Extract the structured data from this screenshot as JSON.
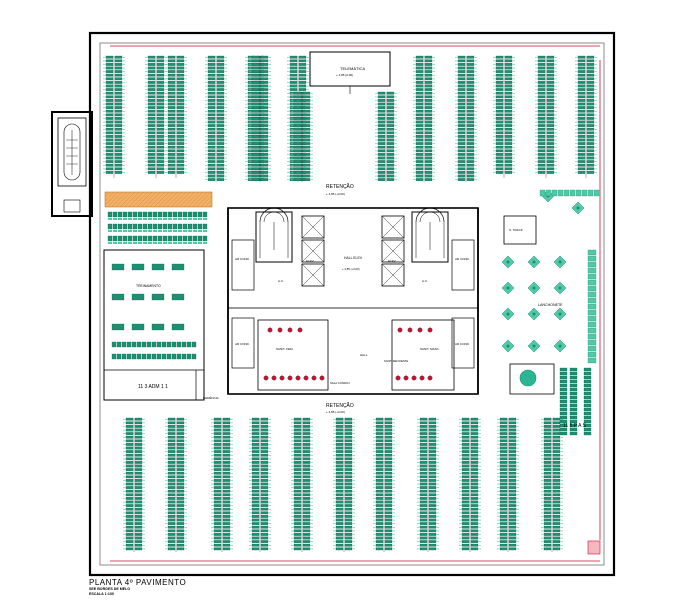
{
  "plan": {
    "title": "PLANTA 4º PAVIMENTO",
    "subtitle_1": "SEE BORGES DE MELO",
    "subtitle_2": "ESCALA 1:100",
    "labels": {
      "telematica": "TELEMÁTICA",
      "telematica_level": "+ 4,85 (0,00)",
      "retencao_top": "RETENÇÃO",
      "retencao_top_level": "+ 4,85 (+0,00)",
      "retencao_bottom": "RETENÇÃO",
      "retencao_bottom_level": "+ 4,85 (+0,00)",
      "hall_elev": "HALL ELEV.",
      "hall_level": "+ 4,85 (+0,00)",
      "elev": "ELEV.",
      "ar_cond": "AR COND.",
      "ac": "A.C.",
      "s_track": "S. TRACK",
      "lanchonete": "LANCHONETE",
      "treinamento": "TREINAMENTO",
      "pas_left": "11 3 ADM 1 1",
      "pas_right": "11 5 P A S",
      "gerencia": "GERÊNCIA",
      "sanit_fem": "SANIT. FEM.",
      "sanit_masc": "SANIT. MASC.",
      "hall": "HALL",
      "sala_condicionadores": "SALA CONDICI.",
      "sanit_def": "SANIT. DEFICIENTE"
    },
    "colors": {
      "workstation": "#1f8f73",
      "workstation_light": "#4fc9a6",
      "wall": "#000000",
      "accent_red": "#d01030",
      "storage_orange": "#f2b168",
      "core_gray": "#7a7a7a"
    }
  }
}
